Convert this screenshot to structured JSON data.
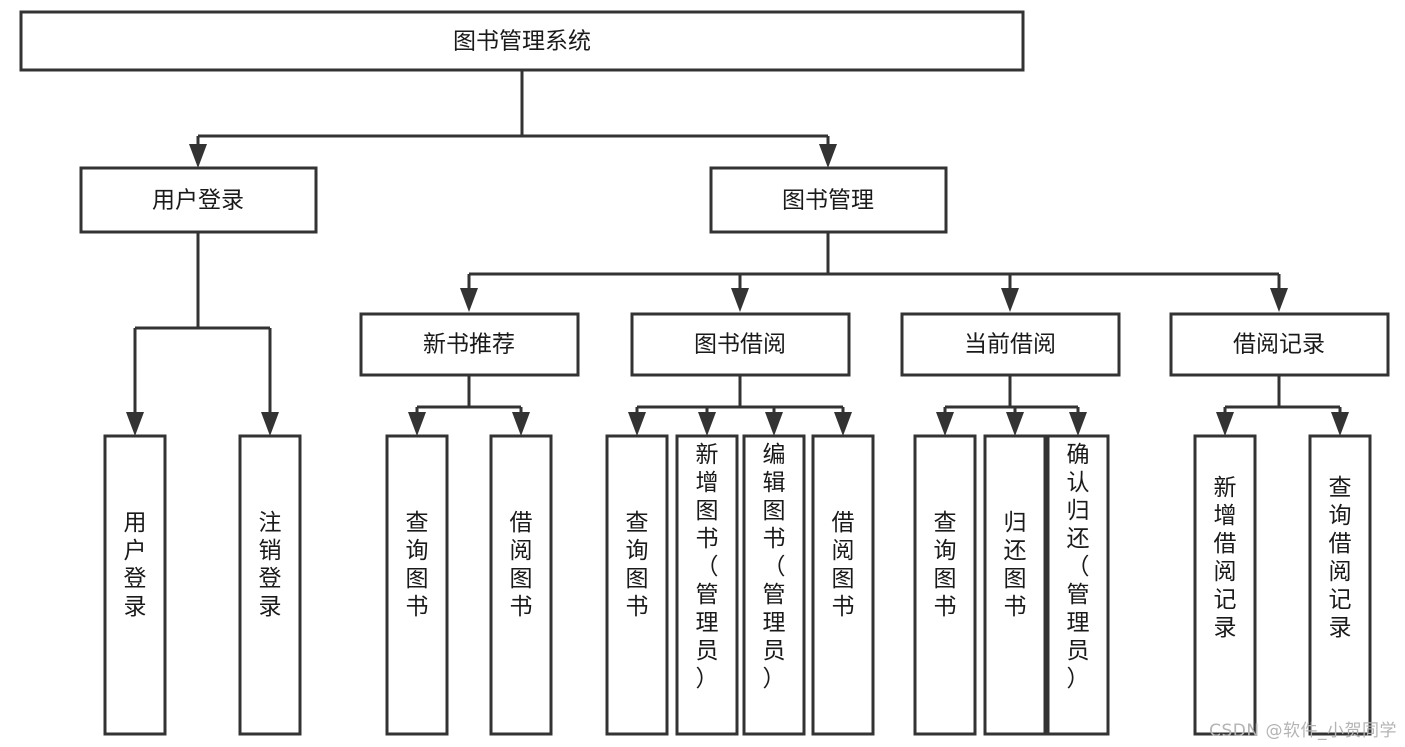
{
  "diagram": {
    "title": "图书管理系统",
    "type": "tree-hierarchy",
    "root": {
      "id": "root",
      "label": "图书管理系统"
    },
    "level2": [
      {
        "id": "user-login",
        "label": "用户登录"
      },
      {
        "id": "book-manage",
        "label": "图书管理"
      }
    ],
    "level3": [
      {
        "id": "new-book-recommend",
        "label": "新书推荐"
      },
      {
        "id": "book-borrow",
        "label": "图书借阅"
      },
      {
        "id": "current-borrow",
        "label": "当前借阅"
      },
      {
        "id": "borrow-record",
        "label": "借阅记录"
      }
    ],
    "leaves": {
      "user_login": [
        {
          "id": "leaf-user-login",
          "label": "用户登录"
        },
        {
          "id": "leaf-logout-login",
          "label": "注销登录"
        }
      ],
      "new_book_recommend": [
        {
          "id": "leaf-query-book-1",
          "label": "查询图书"
        },
        {
          "id": "leaf-borrow-book-1",
          "label": "借阅图书"
        }
      ],
      "book_borrow": [
        {
          "id": "leaf-query-book-2",
          "label": "查询图书"
        },
        {
          "id": "leaf-add-book",
          "label": "新增图书（管理员）"
        },
        {
          "id": "leaf-edit-book",
          "label": "编辑图书（管理员）"
        },
        {
          "id": "leaf-borrow-book-2",
          "label": "借阅图书"
        }
      ],
      "current_borrow": [
        {
          "id": "leaf-query-book-3",
          "label": "查询图书"
        },
        {
          "id": "leaf-return-book",
          "label": "归还图书"
        },
        {
          "id": "leaf-confirm-return",
          "label": "确认归还（管理员）"
        }
      ],
      "borrow_record": [
        {
          "id": "leaf-add-record",
          "label": "新增借阅记录"
        },
        {
          "id": "leaf-query-record",
          "label": "查询借阅记录"
        }
      ]
    }
  },
  "watermark": {
    "text": "CSDN @软件_小贺同学"
  },
  "colors": {
    "stroke": "#333333",
    "box_fill": "#ffffff",
    "text": "#1a1a1a",
    "background": "#ffffff",
    "watermark": "#b4b4b4"
  }
}
